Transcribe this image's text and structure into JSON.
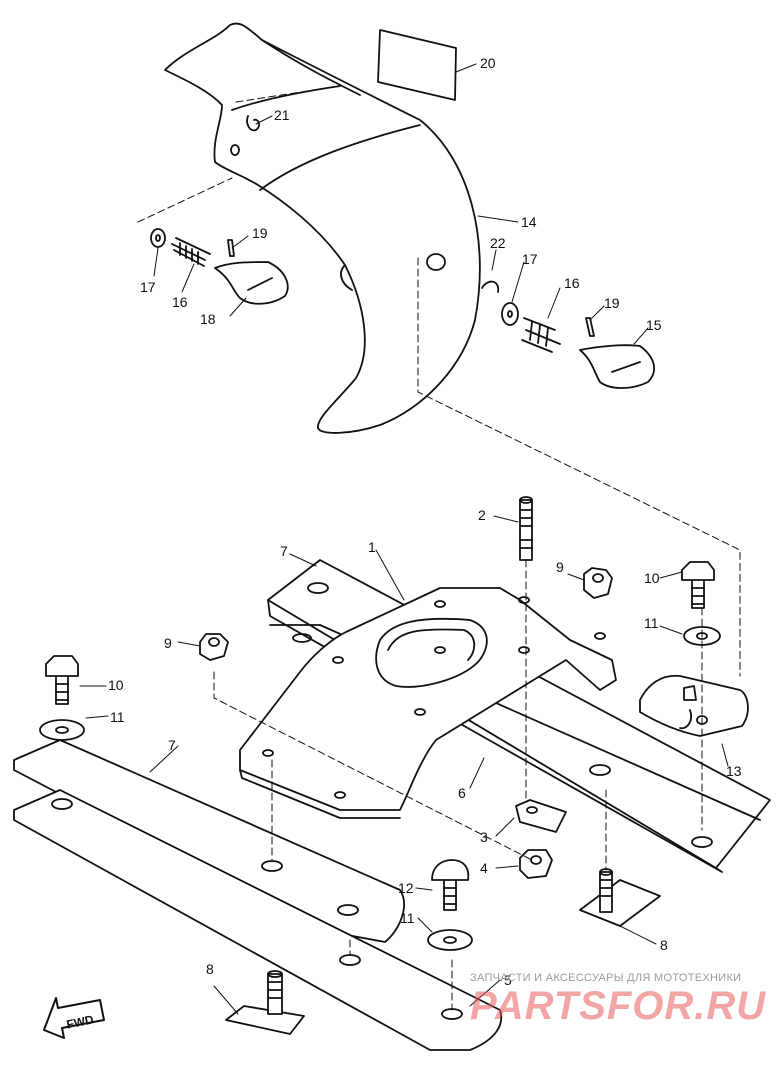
{
  "callouts": [
    {
      "id": "c20",
      "text": "20"
    },
    {
      "id": "c21",
      "text": "21"
    },
    {
      "id": "c14",
      "text": "14"
    },
    {
      "id": "c19a",
      "text": "19"
    },
    {
      "id": "c17a",
      "text": "17"
    },
    {
      "id": "c16a",
      "text": "16"
    },
    {
      "id": "c18",
      "text": "18"
    },
    {
      "id": "c22",
      "text": "22"
    },
    {
      "id": "c17b",
      "text": "17"
    },
    {
      "id": "c16b",
      "text": "16"
    },
    {
      "id": "c19b",
      "text": "19"
    },
    {
      "id": "c15",
      "text": "15"
    },
    {
      "id": "c2",
      "text": "2"
    },
    {
      "id": "c7a",
      "text": "7"
    },
    {
      "id": "c1",
      "text": "1"
    },
    {
      "id": "c9a",
      "text": "9"
    },
    {
      "id": "c10a",
      "text": "10"
    },
    {
      "id": "c11a",
      "text": "11"
    },
    {
      "id": "c9b",
      "text": "9"
    },
    {
      "id": "c10b",
      "text": "10"
    },
    {
      "id": "c11b",
      "text": "11"
    },
    {
      "id": "c7b",
      "text": "7"
    },
    {
      "id": "c6",
      "text": "6"
    },
    {
      "id": "c13",
      "text": "13"
    },
    {
      "id": "c3",
      "text": "3"
    },
    {
      "id": "c4",
      "text": "4"
    },
    {
      "id": "c12",
      "text": "12"
    },
    {
      "id": "c11c",
      "text": "11"
    },
    {
      "id": "c8a",
      "text": "8"
    },
    {
      "id": "c8b",
      "text": "8"
    },
    {
      "id": "c5",
      "text": "5"
    }
  ],
  "fwd_label": "FWD",
  "watermark": {
    "tagline": "ЗАПЧАСТИ И АКСЕССУАРЫ ДЛЯ МОТОТЕХНИКИ",
    "logo": "PARTSFOR.RU"
  }
}
